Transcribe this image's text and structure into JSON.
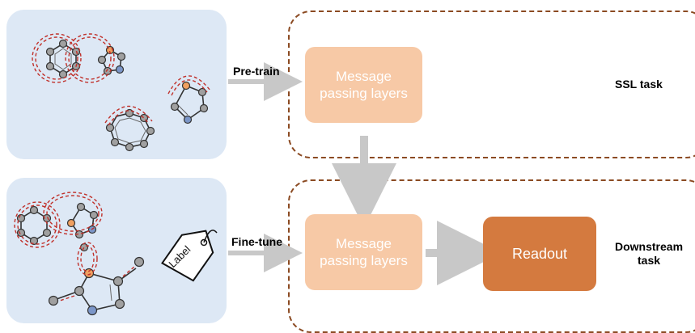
{
  "pretrain": {
    "arrow_label": "Pre-train",
    "message_passing_label": "Message\npassing layers",
    "task_label": "SSL task"
  },
  "finetune": {
    "arrow_label": "Fine-tune",
    "message_passing_label": "Message\npassing layers",
    "readout_label": "Readout",
    "task_label": "Downstream\ntask",
    "tag_label": "Label"
  },
  "colors": {
    "panel_bg": "#dde8f5",
    "dashed_border": "#8b4a22",
    "message_passing_fill": "#f7c9a6",
    "readout_fill": "#d47a3f",
    "arrow_gray": "#c8c8c8",
    "node_gray": "#a0a0a0",
    "node_orange": "#f0a060",
    "node_blue": "#7b96c8",
    "edge_red": "#c0302a"
  }
}
